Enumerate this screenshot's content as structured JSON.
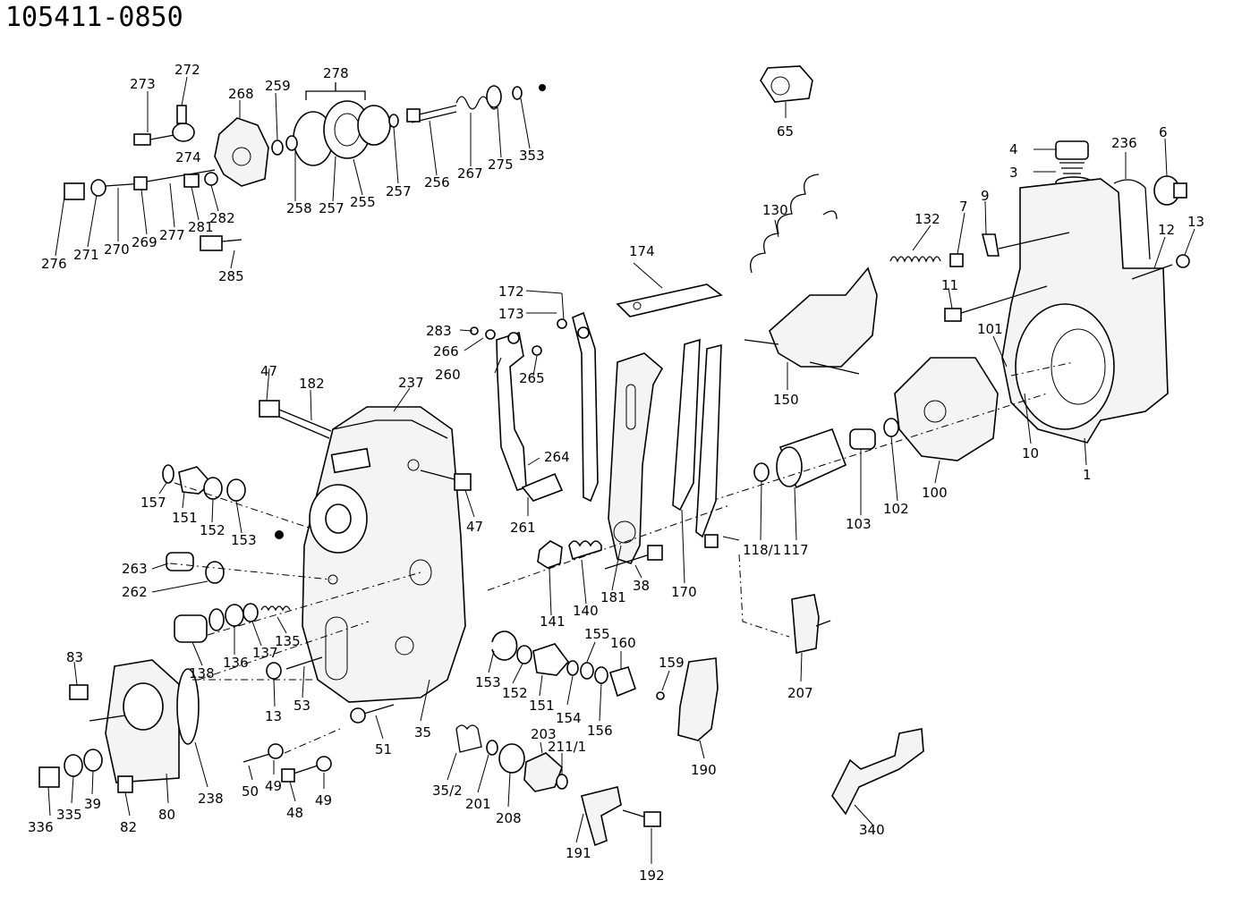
{
  "title": "105411-0850",
  "labels": {
    "l273": "273",
    "l272": "272",
    "l268": "268",
    "l259": "259",
    "l278": "278",
    "l274": "274",
    "l276": "276",
    "l271": "271",
    "l270": "270",
    "l269": "269",
    "l277": "277",
    "l281": "281",
    "l282": "282",
    "l285": "285",
    "l258": "258",
    "l257a": "257",
    "l255": "255",
    "l257b": "257",
    "l256": "256",
    "l267": "267",
    "l275": "275",
    "l353": "353",
    "l65": "65",
    "l4": "4",
    "l3": "3",
    "l236": "236",
    "l6": "6",
    "l9": "9",
    "l7": "7",
    "l132": "132",
    "l130": "130",
    "l13a": "13",
    "l12": "12",
    "l11": "11",
    "l101": "101",
    "l10": "10",
    "l1": "1",
    "l174": "174",
    "l172": "172",
    "l173": "173",
    "l283": "283",
    "l266": "266",
    "l260": "260",
    "l265": "265",
    "l150": "150",
    "l100": "100",
    "l102": "102",
    "l103": "103",
    "l117": "117",
    "l118": "118/1",
    "l47a": "47",
    "l182": "182",
    "l237": "237",
    "l264": "264",
    "l261": "261",
    "l47b": "47",
    "l157": "157",
    "l151a": "151",
    "l152a": "152",
    "l153a": "153",
    "l263": "263",
    "l262": "262",
    "l141": "141",
    "l140": "140",
    "l181": "181",
    "l38": "38",
    "l170": "170",
    "l138": "138",
    "l136": "136",
    "l137": "137",
    "l135": "135",
    "l83": "83",
    "l13b": "13",
    "l53": "53",
    "l153b": "153",
    "l152b": "152",
    "l151b": "151",
    "l154": "154",
    "l155": "155",
    "l156": "156",
    "l160": "160",
    "l159": "159",
    "l207": "207",
    "l190": "190",
    "l336": "336",
    "l335": "335",
    "l39": "39",
    "l82": "82",
    "l80": "80",
    "l238": "238",
    "l50": "50",
    "l49a": "49",
    "l48": "48",
    "l49b": "49",
    "l51": "51",
    "l35": "35",
    "l352": "35/2",
    "l201": "201",
    "l208": "208",
    "l203": "203",
    "l2111": "211/1",
    "l191": "191",
    "l192": "192",
    "l340": "340"
  }
}
